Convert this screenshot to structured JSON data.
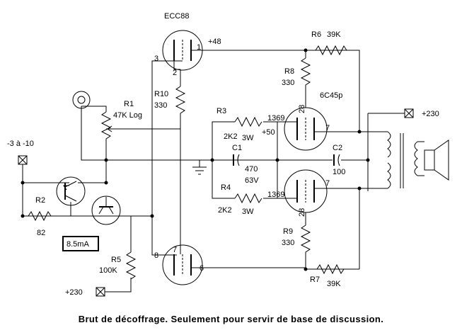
{
  "labels": {
    "tube_top_type": "ECC88",
    "plus48": "+48",
    "pin3": "3",
    "pin1": "1",
    "pin2": "2",
    "r6": "R6",
    "r6_val": "39K",
    "r8": "R8",
    "r8_val": "330",
    "tube_right_type": "6C45p",
    "r10": "R10",
    "r10_val": "330",
    "r1": "R1",
    "r1_val": "47K Log",
    "r3": "R3",
    "r3_val": "2K2",
    "r3_w": "3W",
    "pins_1369_top": "1369",
    "plus50": "+50",
    "pin28_top": "28",
    "pin7_top": "7",
    "plus230_right": "+230",
    "bias_range": "-3 à -10",
    "c1": "C1",
    "c1_val": "470",
    "c1_v": "63V",
    "c2": "C2",
    "c2_val": "100",
    "r4": "R4",
    "r4_val": "2K2",
    "r4_w": "3W",
    "pins_1369_bot": "1369",
    "pin28_bot": "28",
    "pin7_bot": "7",
    "r2": "R2",
    "r2_val": "82",
    "current": "8.5mA",
    "r9": "R9",
    "r9_val": "330",
    "r5": "R5",
    "r5_val": "100K",
    "pin8": "8",
    "pin7_lower": "7",
    "pin6": "6",
    "plus230_left": "+230",
    "r7": "R7",
    "r7_val": "39K"
  },
  "caption": "Brut de décoffrage. Seulement pour servir de base de discussion."
}
